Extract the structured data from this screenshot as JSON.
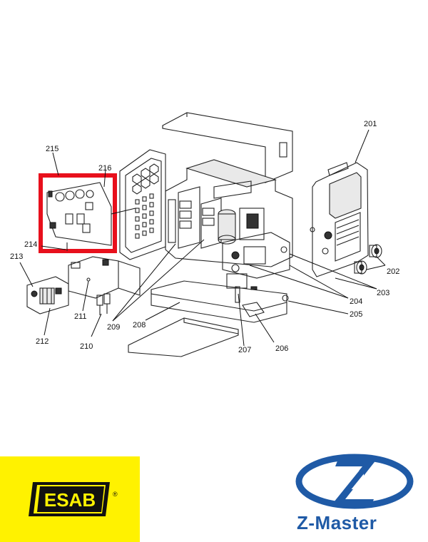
{
  "labels": {
    "l201": "201",
    "l202": "202",
    "l203": "203",
    "l204": "204",
    "l205": "205",
    "l206": "206",
    "l207": "207",
    "l208": "208",
    "l209": "209",
    "l210": "210",
    "l211": "211",
    "l212": "212",
    "l213": "213",
    "l214": "214",
    "l215": "215",
    "l216": "216"
  },
  "highlight_color": "#e8101c",
  "logos": {
    "esab": {
      "text": "ESAB",
      "reg": "®",
      "bg": "#fff200"
    },
    "zmaster": {
      "text": "Z-Master",
      "color": "#1f5aa6"
    }
  }
}
